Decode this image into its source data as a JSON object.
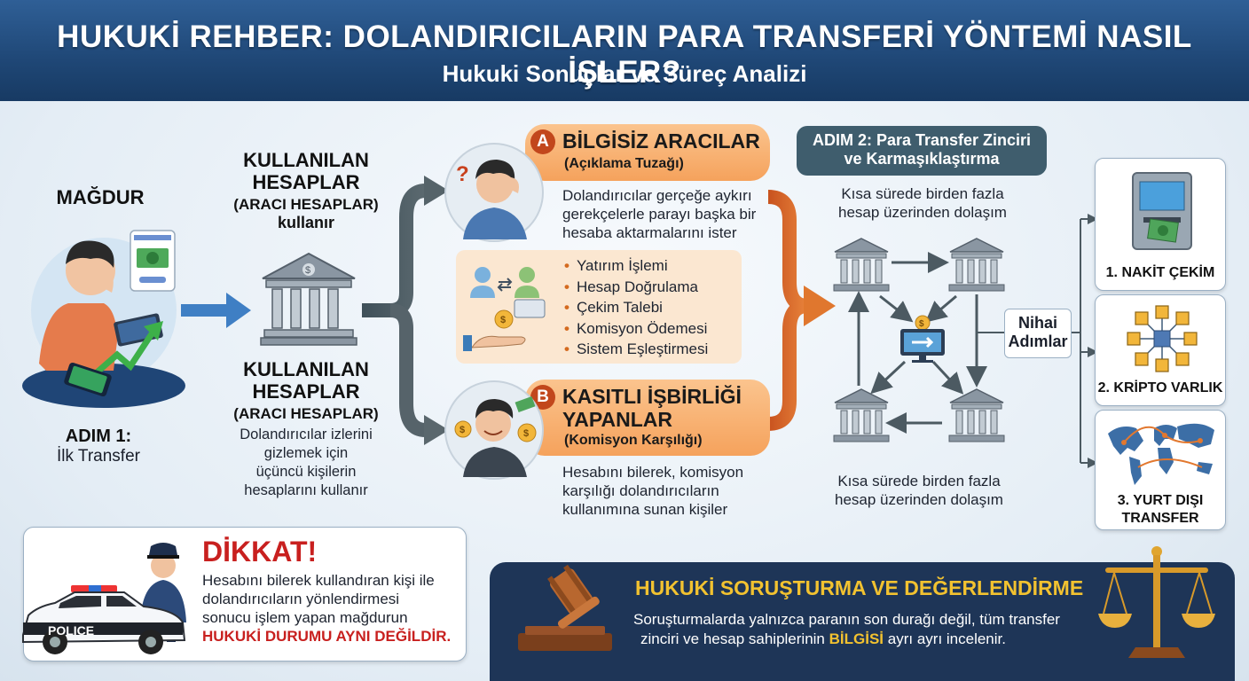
{
  "header": {
    "title": "HUKUKİ REHBER: DOLANDIRICILARIN PARA TRANSFERİ YÖNTEMİ NASIL İŞLER?",
    "subtitle": "Hukuki Sonuçlar ve Süreç Analizi"
  },
  "victim": {
    "label": "MAĞDUR",
    "step_title": "ADIM 1:",
    "step_text": "İlk Transfer"
  },
  "accounts_top": {
    "line1": "KULLANILAN",
    "line2": "HESAPLAR",
    "line3": "(ARACI HESAPLAR)",
    "line4": "kullanır"
  },
  "accounts_bottom": {
    "line1": "KULLANILAN",
    "line2": "HESAPLAR",
    "line3": "(ARACI HESAPLAR)",
    "desc1": "Dolandırıcılar izlerini",
    "desc2": "gizlemek için",
    "desc3": "üçüncü kişilerin",
    "desc4": "hesaplarını kullanır"
  },
  "group_a": {
    "letter": "A",
    "title": "BİLGİSİZ ARACILAR",
    "subtitle": "(Açıklama Tuzağı)",
    "desc1": "Dolandırıcılar gerçeğe aykırı",
    "desc2": "gerekçelerle parayı başka bir",
    "desc3": "hesaba aktarmalarını ister"
  },
  "pretexts": [
    "Yatırım İşlemi",
    "Hesap Doğrulama",
    "Çekim Talebi",
    "Komisyon Ödemesi",
    "Sistem Eşleştirmesi"
  ],
  "group_b": {
    "letter": "B",
    "title1": "KASITLI İŞBİRLİĞİ",
    "title2": "YAPANLAR",
    "subtitle": "(Komisyon Karşılığı)",
    "desc1": "Hesabını bilerek, komisyon",
    "desc2": "karşılığı dolandırıcıların",
    "desc3": "kullanımına sunan kişiler"
  },
  "step2": {
    "title1": "ADIM 2: Para Transfer Zinciri",
    "title2": "ve Karmaşıklaştırma",
    "top1": "Kısa sürede birden fazla",
    "top2": "hesap üzerinden dolaşım",
    "bottom1": "Kısa sürede birden fazla",
    "bottom2": "hesap üzerinden dolaşım"
  },
  "final_steps": {
    "label1": "Nihai",
    "label2": "Adımlar",
    "cash": "1. NAKİT ÇEKİM",
    "crypto": "2. KRİPTO VARLIK",
    "abroad1": "3. YURT DIŞI",
    "abroad2": "TRANSFER"
  },
  "warning": {
    "title": "DİKKAT!",
    "line1": "Hesabını bilerek kullandıran kişi ile",
    "line2": "dolandırıcıların yönlendirmesi",
    "line3": "sonucu işlem yapan mağdurun",
    "line4": "HUKUKİ DURUMU AYNI DEĞİLDİR.",
    "car_label": "POLICE"
  },
  "investigation": {
    "title": "HUKUKİ SORUŞTURMA VE DEĞERLENDİRME",
    "line1": "Soruşturmalarda yalnızca paranın son durağı değil, tüm transfer",
    "line2_a": "zinciri ve hesap sahiplerinin",
    "line2_b": "BİLGİSİ",
    "line2_c": "ayrı ayrı incelenir."
  },
  "colors": {
    "header_blue": "#1f4776",
    "accent_orange": "#e0772e",
    "warning_red": "#c8201f",
    "navy": "#1e3557",
    "gold": "#f2c230"
  }
}
